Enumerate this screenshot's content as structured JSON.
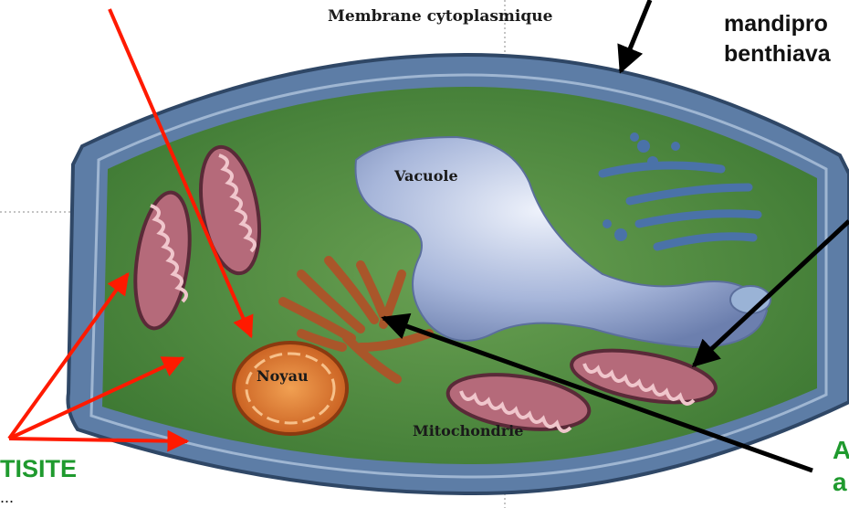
{
  "labels": {
    "membrane": "Membrane cytoplasmique",
    "vacuole": "Vacuole",
    "noyau": "Noyau",
    "mitochondrie": "Mitochondrie"
  },
  "side_text": {
    "top_right_line1": "mandipro",
    "top_right_line2": "benthiava",
    "bottom_left": "TISITE",
    "bottom_left_small": "...",
    "bottom_right_line1": "A",
    "bottom_right_line2": "a"
  },
  "colors": {
    "membrane": "#4f6f9a",
    "cytoplasm": "#4f8a3e",
    "vacuole": "#8fa2cc",
    "nucleus": "#d8741f",
    "mitochondria": "#b56a7a",
    "red_arrow": "#ff1a00",
    "black_arrow": "#000000",
    "green_text": "#1f9a2e"
  }
}
